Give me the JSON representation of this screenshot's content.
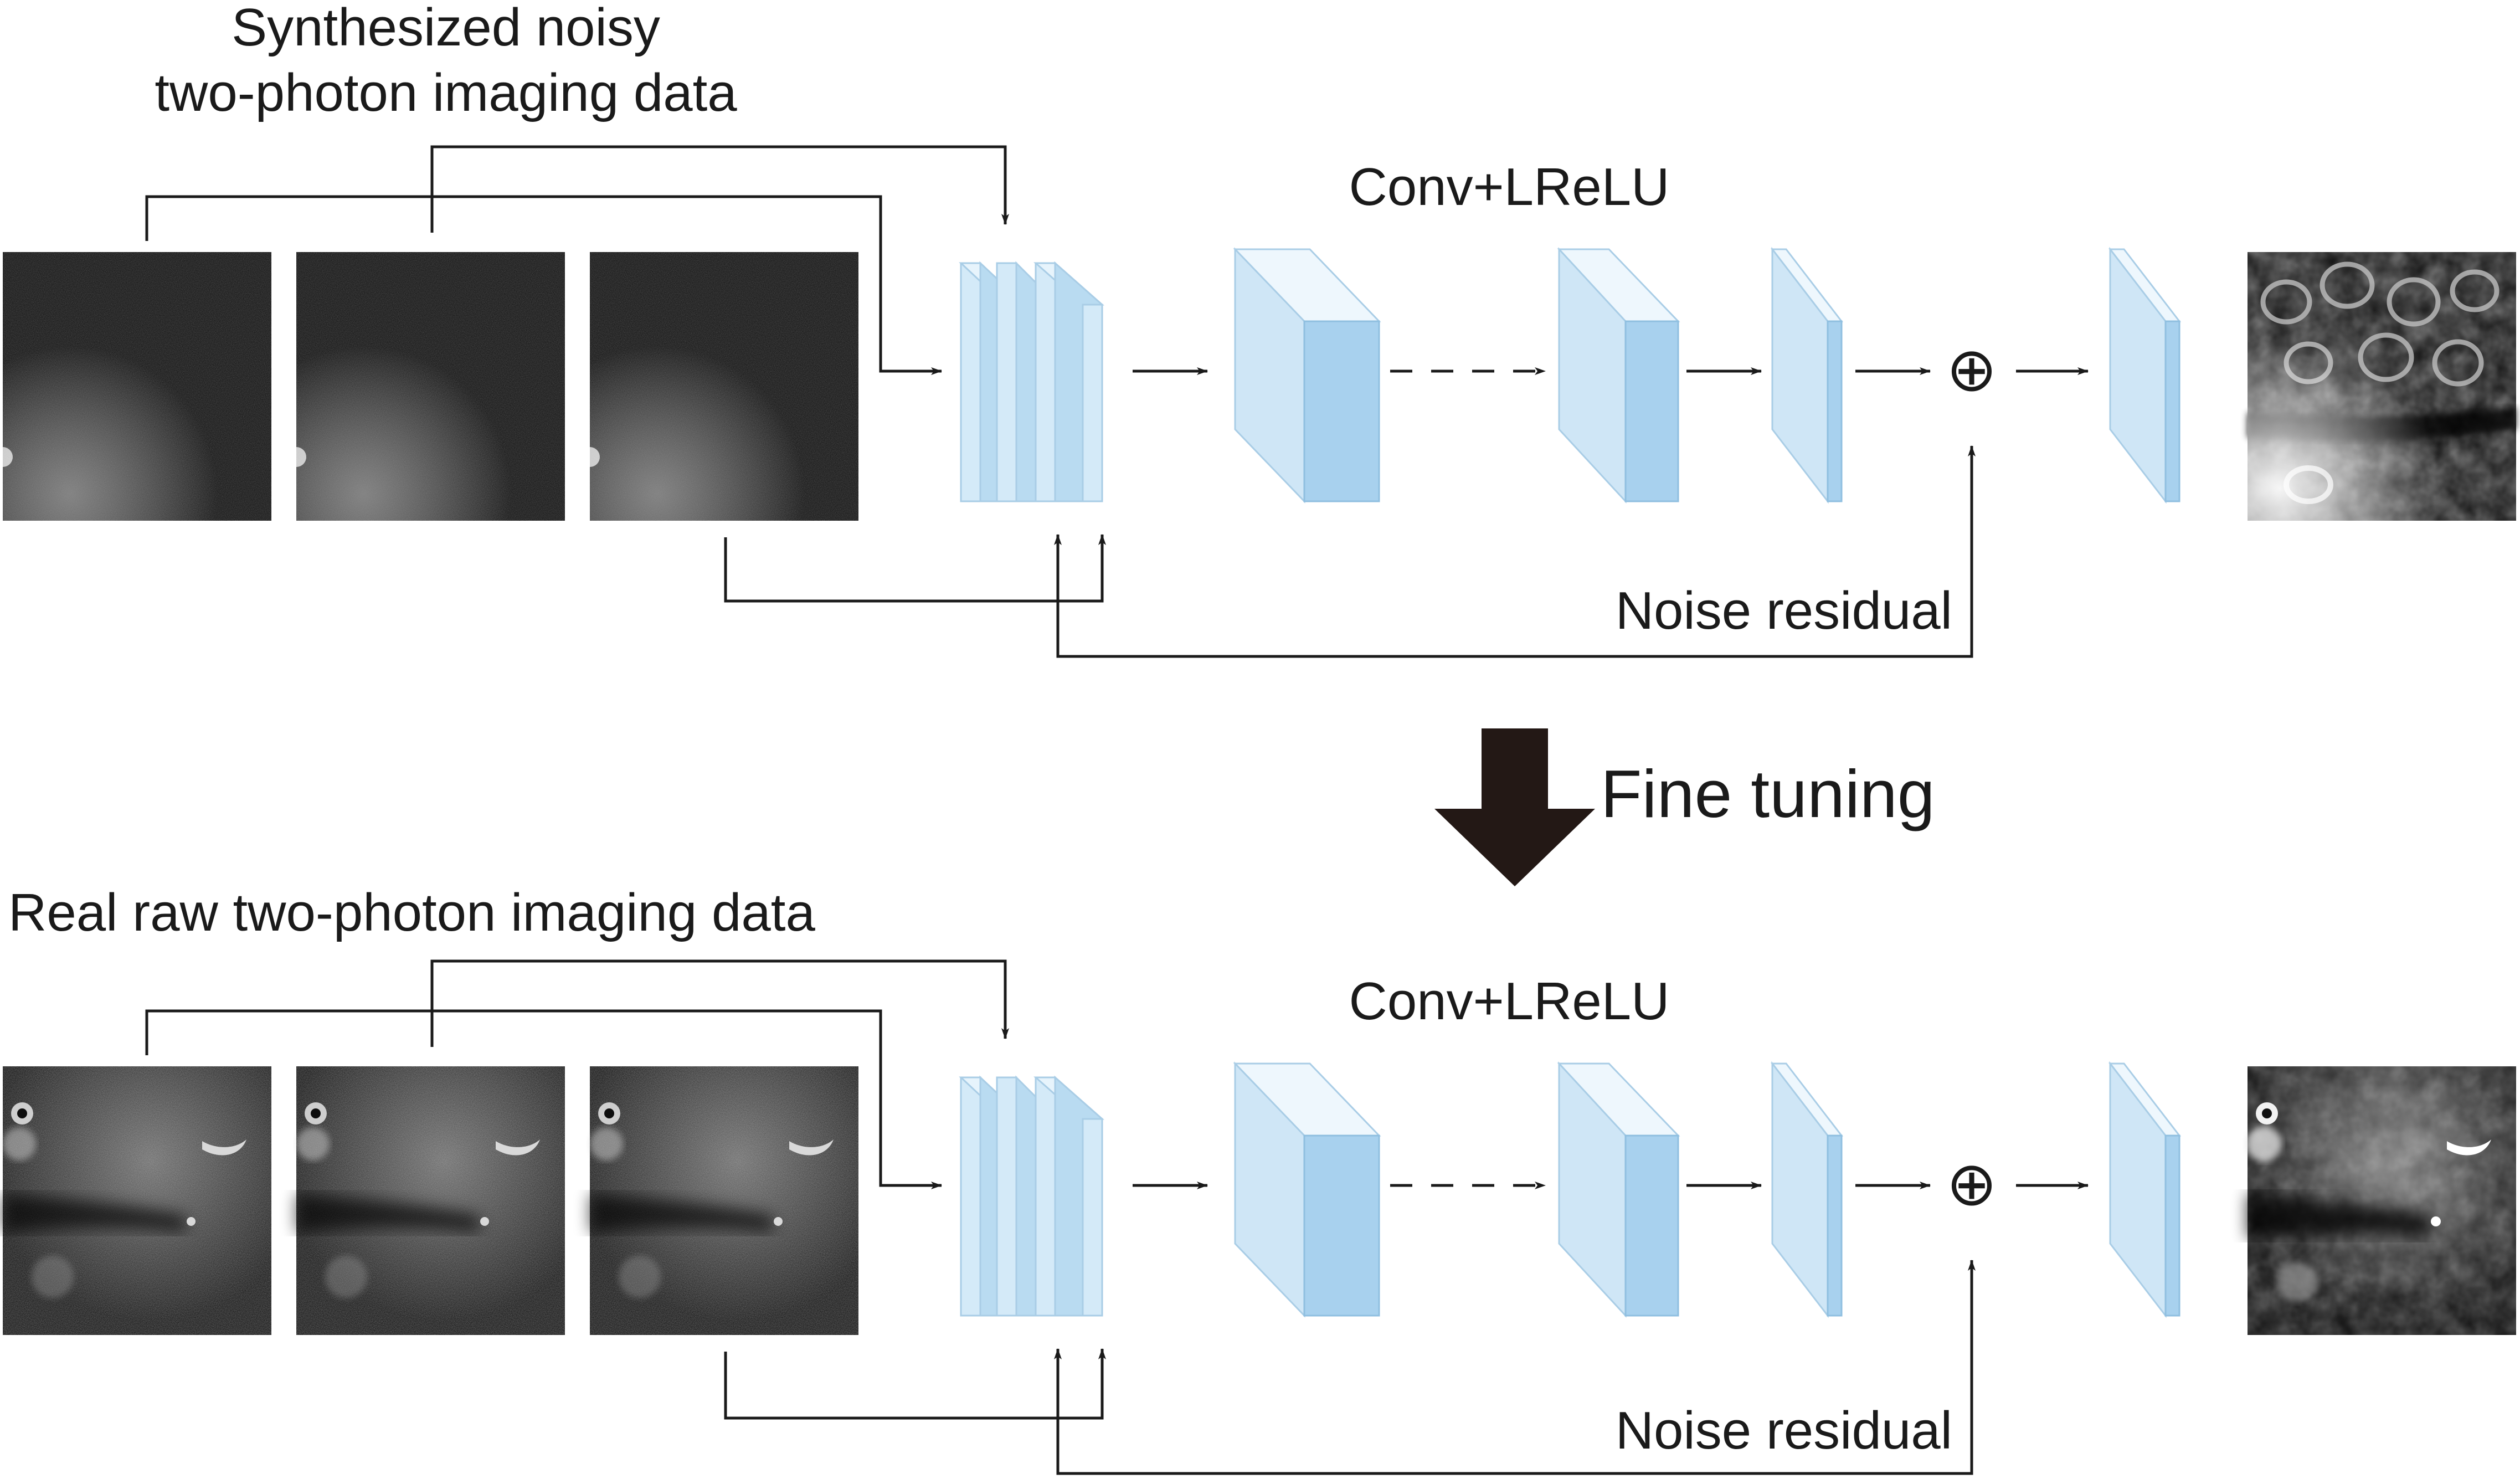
{
  "top_section": {
    "input_label_line1": "Synthesized noisy",
    "input_label_line2": "two-photon imaging data",
    "layer_label": "Conv+LReLU",
    "residual_label": "Noise residual"
  },
  "transition": {
    "label": "Fine tuning",
    "arrow_color": "#231815"
  },
  "bottom_section": {
    "input_label": "Real raw two-photon imaging data",
    "layer_label": "Conv+LReLU",
    "residual_label": "Noise residual"
  },
  "symbols": {
    "add_operator": "⊕"
  },
  "colors": {
    "layer_blue": "#d4eaf8",
    "layer_side": "#b9dbf1",
    "line": "#1a1a1a"
  }
}
